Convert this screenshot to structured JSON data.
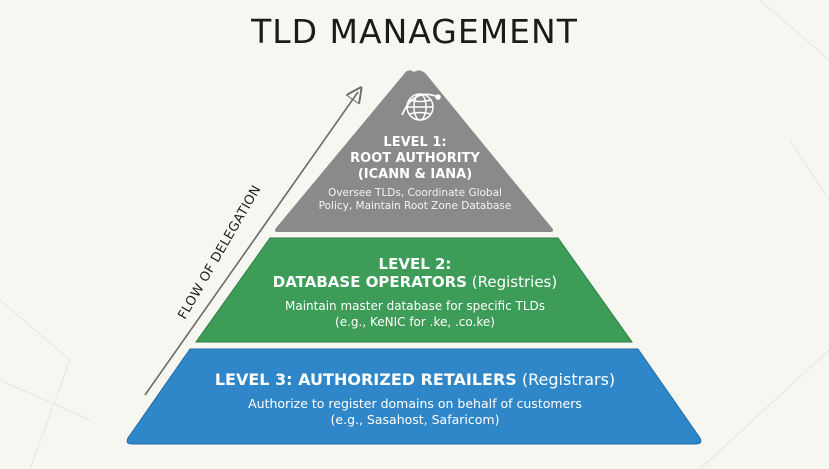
{
  "title": "TLD MANAGEMENT",
  "flow_label": "FLOW OF DELEGATION",
  "colors": {
    "level1": "#8a8a8a",
    "level2": "#3d9c58",
    "level3": "#2f86c8",
    "background": "#f7f7f2"
  },
  "levels": [
    {
      "heading_lines": [
        "LEVEL 1:",
        "ROOT AUTHORITY",
        "(ICANN & IANA)"
      ],
      "desc_lines": [
        "Oversee TLDs, Coordinate Global",
        "Policy, Maintain Root Zone Database"
      ],
      "icon": "globe-icon"
    },
    {
      "heading_bold": "LEVEL 2:",
      "heading_bold2": "DATABASE OPERATORS",
      "heading_rest": " (Registries)",
      "desc_lines": [
        "Maintain master database for specific TLDs",
        "(e.g., KeNIC for .ke, .co.ke)"
      ]
    },
    {
      "heading_bold": "LEVEL 3: AUTHORIZED RETAILERS",
      "heading_rest": " (Registrars)",
      "desc_lines": [
        "Authorize to register domains on behalf of customers",
        "(e.g., Sasahost, Safaricom)"
      ]
    }
  ]
}
